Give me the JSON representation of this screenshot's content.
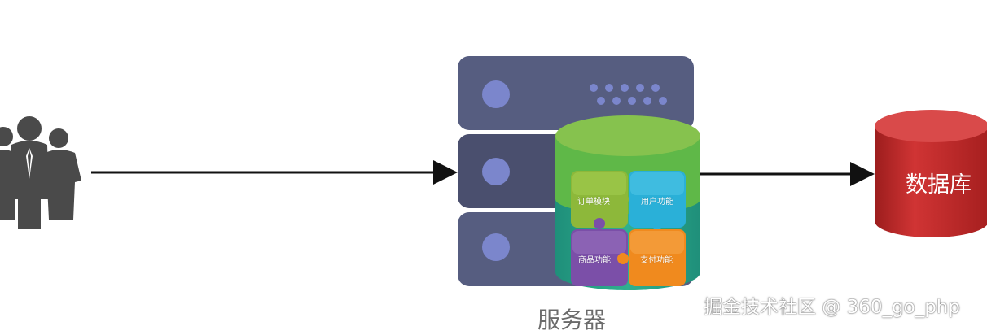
{
  "diagram": {
    "server_label": "服务器",
    "database_label": "数据库",
    "modules": {
      "order": "订单模块",
      "user": "用户功能",
      "product": "商品功能",
      "payment": "支付功能"
    },
    "watermark": "掘金技术社区 @ 360_go_php"
  },
  "colors": {
    "server_body": "#565d80",
    "server_dot": "#7b86cc",
    "cylinder_top": "#86c24e",
    "cylinder_body": "#2aa58a",
    "database_red": "#c42a2a",
    "module_order": "#8db83a",
    "module_user": "#2ab0d8",
    "module_product": "#7b4fa8",
    "module_payment": "#f08a1e",
    "arrow": "#111111",
    "people_icon": "#4a4a4a"
  }
}
